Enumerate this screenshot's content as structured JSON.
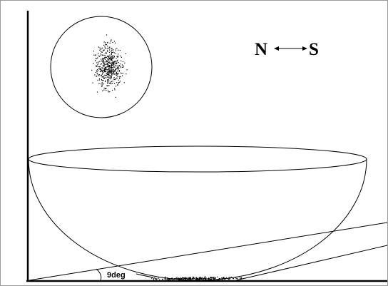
{
  "compass": {
    "north": "N",
    "south": "S"
  },
  "angle_label": "9deg",
  "colors": {
    "ink": "#000000",
    "background": "#ffffff",
    "frame": "#9a9a9a"
  }
}
